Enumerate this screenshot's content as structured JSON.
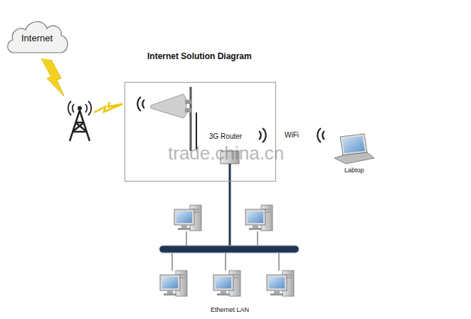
{
  "diagram": {
    "title": "Internet Solution Diagram",
    "nodes": [
      {
        "text": [
          "Internet"
        ]
      },
      {
        "text": [
          "3G Router"
        ]
      }
    ],
    "labels": [
      "WiFi",
      "Labtop",
      "Ethernet LAN",
      "trade.china.cn"
    ]
  }
}
